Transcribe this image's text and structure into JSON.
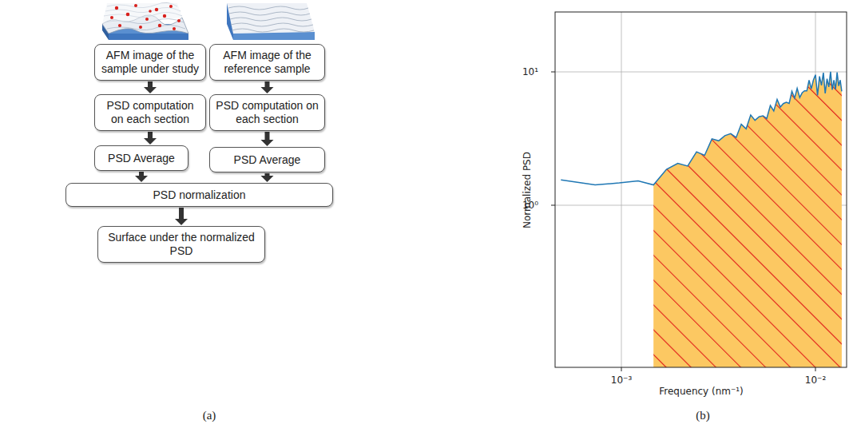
{
  "diagram": {
    "nodes": [
      {
        "text": [
          "AFM image of the sample under study"
        ]
      },
      {
        "text": [
          "AFM image of the reference sample"
        ]
      },
      {
        "text": [
          "PSD computation on each section"
        ]
      },
      {
        "text": [
          "PSD computation on each section"
        ]
      },
      {
        "text": [
          "PSD Average"
        ]
      },
      {
        "text": [
          "PSD Average"
        ]
      },
      {
        "text": [
          "PSD normalization"
        ]
      },
      {
        "text": [
          "Surface under the normalized PSD"
        ]
      }
    ],
    "edges": [
      {
        "from": 0,
        "to": 2,
        "arrow": "to"
      },
      {
        "from": 2,
        "to": 4,
        "arrow": "to"
      },
      {
        "from": 4,
        "to": 6,
        "arrow": "to"
      },
      {
        "from": 1,
        "to": 3,
        "arrow": "to"
      },
      {
        "from": 3,
        "to": 5,
        "arrow": "to"
      },
      {
        "from": 5,
        "to": 6,
        "arrow": "to"
      },
      {
        "from": 6,
        "to": 7,
        "arrow": "to"
      }
    ],
    "labels": [
      "(a)",
      "(b)",
      "Normalized PSD",
      "Frequency (nm⁻¹)",
      "10¹",
      "10⁰",
      "10⁻³",
      "10⁻²"
    ]
  }
}
